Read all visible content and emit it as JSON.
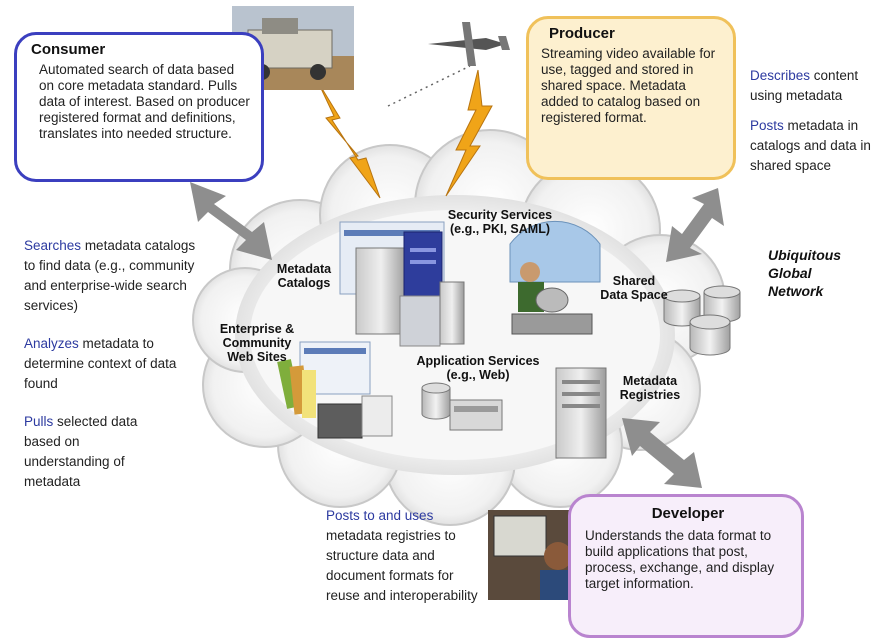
{
  "consumer": {
    "title": "Consumer",
    "body": "Automated search of data based on core metadata standard.  Pulls data of interest. Based on producer registered format and definitions, translates into needed structure."
  },
  "producer": {
    "title": "Producer",
    "body": "Streaming video available for use, tagged and stored in shared space.  Metadata added to catalog based on registered format."
  },
  "developer": {
    "title": "Developer",
    "body": "Understands  the data format to build applications that post, process, exchange, and display target information."
  },
  "producer_side": {
    "describes_kw": "Describes",
    "describes_text": "content using metadata",
    "posts_kw": "Posts",
    "posts_text": "metadata in catalogs and data in shared space"
  },
  "consumer_side": {
    "searches_kw": "Searches",
    "searches_text": "metadata catalogs to find data (e.g., community and enterprise-wide search services)",
    "analyzes_kw": "Analyzes",
    "analyzes_text": "metadata to determine context of data found",
    "pulls_kw": "Pulls",
    "pulls_text": "selected data based on understanding of metadata"
  },
  "developer_side": {
    "kw": "Posts to and uses",
    "text": "metadata registries to structure data and document formats for reuse and interoperability"
  },
  "network_label": "Ubiquitous Global Network",
  "cloud_labels": {
    "metadata_catalogs": "Metadata Catalogs",
    "security_services": "Security Services (e.g., PKI, SAML)",
    "shared_data_space": "Shared Data Space",
    "enterprise_sites": "Enterprise & Community Web Sites",
    "application_services": "Application Services (e.g., Web)",
    "metadata_registries": "Metadata Registries"
  },
  "colors": {
    "consumer_border": "#3b3fbf",
    "producer_border": "#f0c15a",
    "producer_fill": "#fdf0cf",
    "developer_border": "#b984cf",
    "developer_fill": "#f7eefa",
    "keyword": "#2c3aa0",
    "arrow": "#8e8e8e",
    "lightning": "#f0a418"
  }
}
